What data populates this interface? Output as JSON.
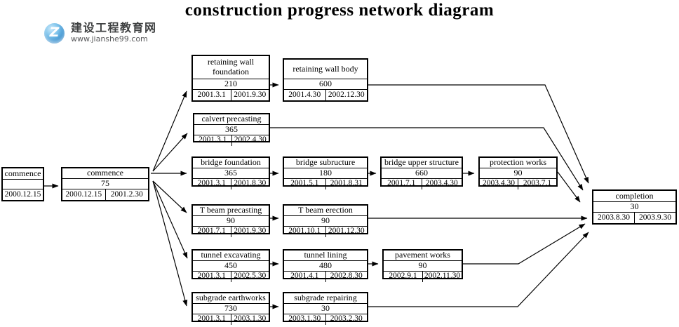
{
  "title": "construction progress network diagram",
  "logo": {
    "letter": "Z",
    "site_name": "建设工程教育网",
    "site_url": "www.jianshe99.com",
    "brand_color": "#2e86c8"
  },
  "nodes": {
    "start": {
      "title": "commence",
      "duration": "",
      "date1": "2000.12.15",
      "date2": ""
    },
    "commence": {
      "title": "commence",
      "duration": "75",
      "date1": "2000.12.15",
      "date2": "2001.2.30"
    },
    "rw_foundation": {
      "title": "retaining wall foundation",
      "duration": "210",
      "date1": "2001.3.1",
      "date2": "2001.9.30"
    },
    "rw_body": {
      "title": "retaining wall body",
      "duration": "600",
      "date1": "2001.4.30",
      "date2": "2002.12.30"
    },
    "calvert": {
      "title": "calvert precasting",
      "duration": "365",
      "date1": "2001.3.1",
      "date2": "2002.4.30"
    },
    "bridge_foundation": {
      "title": "bridge foundation",
      "duration": "365",
      "date1": "2001.3.1",
      "date2": "2001.8.30"
    },
    "bridge_substructure": {
      "title": "bridge subructure",
      "duration": "180",
      "date1": "2001.5.1",
      "date2": "2001.8.31"
    },
    "bridge_upper": {
      "title": "bridge upper structure",
      "duration": "660",
      "date1": "2001.7.1",
      "date2": "2003.4.30"
    },
    "protection": {
      "title": "protection works",
      "duration": "90",
      "date1": "2003.4.30",
      "date2": "2003.7.1"
    },
    "tbeam_precasting": {
      "title": "T beam precasting",
      "duration": "90",
      "date1": "2001.7.1",
      "date2": "2001.9.30"
    },
    "tbeam_erection": {
      "title": "T beam erection",
      "duration": "90",
      "date1": "2001.10.1",
      "date2": "2001.12.30"
    },
    "tunnel_excavating": {
      "title": "tunnel excavating",
      "duration": "450",
      "date1": "2001.3.1",
      "date2": "2002.5.30"
    },
    "tunnel_lining": {
      "title": "tunnel lining",
      "duration": "480",
      "date1": "2001.4.1",
      "date2": "2002.8.30"
    },
    "pavement": {
      "title": "pavement works",
      "duration": "90",
      "date1": "2002.9.1",
      "date2": "2002.11.30"
    },
    "subgrade_earthworks": {
      "title": "subgrade earthworks",
      "duration": "730",
      "date1": "2001.3.1",
      "date2": "2003.1.30"
    },
    "subgrade_repairing": {
      "title": "subgrade repairing",
      "duration": "30",
      "date1": "2003.1.30",
      "date2": "2003.2.30"
    },
    "completion": {
      "title": "completion",
      "duration": "30",
      "date1": "2003.8.30",
      "date2": "2003.9.30"
    }
  },
  "edges": [
    {
      "from": "start",
      "to": "commence"
    },
    {
      "from": "commence",
      "to": "rw_foundation"
    },
    {
      "from": "commence",
      "to": "calvert"
    },
    {
      "from": "commence",
      "to": "bridge_foundation"
    },
    {
      "from": "commence",
      "to": "tbeam_precasting"
    },
    {
      "from": "commence",
      "to": "tunnel_excavating"
    },
    {
      "from": "commence",
      "to": "subgrade_earthworks"
    },
    {
      "from": "rw_foundation",
      "to": "rw_body"
    },
    {
      "from": "bridge_foundation",
      "to": "bridge_substructure"
    },
    {
      "from": "bridge_substructure",
      "to": "bridge_upper"
    },
    {
      "from": "bridge_upper",
      "to": "protection"
    },
    {
      "from": "tbeam_precasting",
      "to": "tbeam_erection"
    },
    {
      "from": "tunnel_excavating",
      "to": "tunnel_lining"
    },
    {
      "from": "tunnel_lining",
      "to": "pavement"
    },
    {
      "from": "subgrade_earthworks",
      "to": "subgrade_repairing"
    },
    {
      "from": "rw_body",
      "to": "completion"
    },
    {
      "from": "calvert",
      "to": "completion"
    },
    {
      "from": "protection",
      "to": "completion"
    },
    {
      "from": "tbeam_erection",
      "to": "completion"
    },
    {
      "from": "pavement",
      "to": "completion"
    },
    {
      "from": "subgrade_repairing",
      "to": "completion"
    }
  ]
}
